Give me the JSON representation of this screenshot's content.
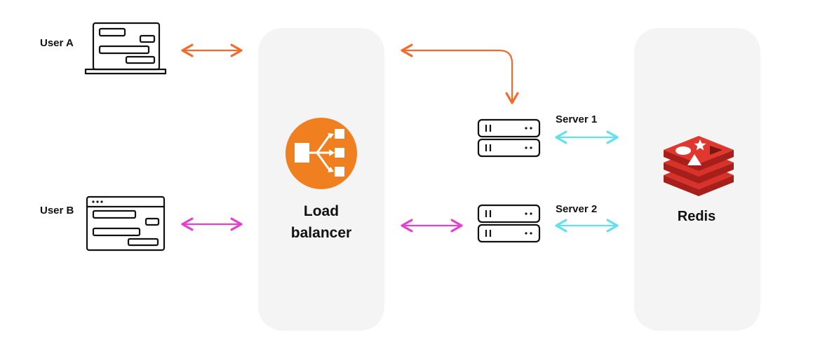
{
  "users": {
    "user_a": {
      "label": "User A"
    },
    "user_b": {
      "label": "User B"
    }
  },
  "load_balancer": {
    "line1": "Load",
    "line2": "balancer"
  },
  "servers": {
    "server_1": {
      "label": "Server 1"
    },
    "server_2": {
      "label": "Server 2"
    }
  },
  "redis": {
    "label": "Redis"
  },
  "colors": {
    "panel": "#f4f4f4",
    "user_a_link": "#f26b2b",
    "user_b_link": "#e33fd0",
    "redis_link": "#62e0ee",
    "lb_icon": "#f0801f",
    "redis_red": "#d8322a"
  },
  "icons": {
    "user_a": "laptop-chat-icon",
    "user_b": "browser-chat-icon",
    "load_balancer": "load-balancer-icon",
    "server": "server-rack-icon",
    "redis": "redis-logo-icon"
  }
}
